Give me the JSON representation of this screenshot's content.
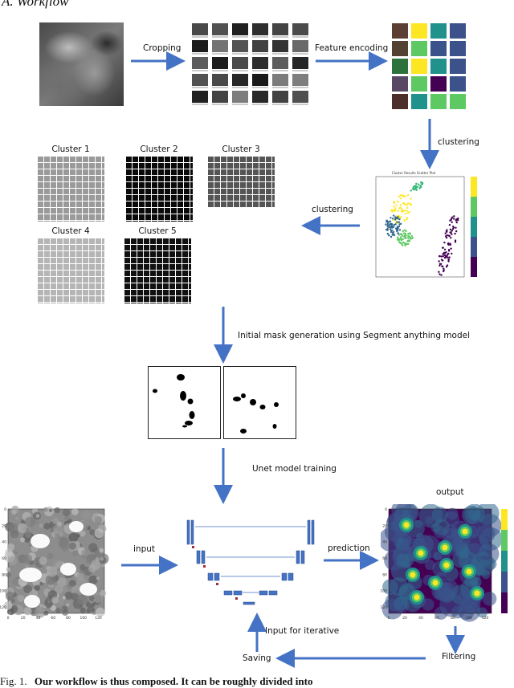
{
  "section_heading": "A.  Workflow",
  "steps": {
    "cropping": "Cropping",
    "feature_encoding": "Feature encoding",
    "clustering_1": "clustering",
    "clustering_2": "clustering",
    "mask_generation": "Initial mask generation using Segment anything model",
    "unet_training": "Unet model training",
    "input": "input",
    "prediction": "prediction",
    "output": "output",
    "input_iterative": "Input for iterative",
    "saving": "Saving",
    "filtering": "Filtering"
  },
  "clusters": [
    "Cluster 1",
    "Cluster 2",
    "Cluster 3",
    "Cluster 4",
    "Cluster 5"
  ],
  "input_plot": {
    "x_ticks": [
      "0",
      "20",
      "40",
      "60",
      "80",
      "100",
      "120"
    ],
    "y_ticks": [
      "0",
      "20",
      "40",
      "60",
      "80",
      "100",
      "120"
    ]
  },
  "output_plot": {
    "x_ticks": [
      "0",
      "20",
      "40",
      "60",
      "80",
      "100",
      "120"
    ],
    "y_ticks": [
      "0",
      "20",
      "40",
      "60",
      "80",
      "100",
      "120"
    ]
  },
  "scatter_plot": {
    "title": "Cluster Results Scatter Plot"
  },
  "caption": {
    "prefix": "Fig. 1.",
    "bold_text": "Our workflow is thus composed. It can be roughly divided into"
  },
  "colors": {
    "arrow": "#4472c4",
    "viridis_dark": "#440154",
    "viridis_blue": "#31688e",
    "viridis_green": "#35b779",
    "viridis_yellow": "#fde725"
  }
}
